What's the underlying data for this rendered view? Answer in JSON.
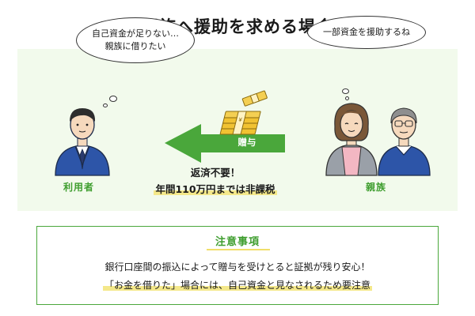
{
  "title": "親族へ援助を求める場合",
  "scene": {
    "user_bubble_line1": "自己資金が足りない…",
    "user_bubble_line2": "親族に借りたい",
    "family_bubble": "一部資金を援助するね",
    "arrow_label": "贈与",
    "user_label": "利用者",
    "family_label": "親族",
    "note_line1": "返済不要！",
    "note_line2": "年間110万円までは非課税"
  },
  "caution": {
    "title": "注意事項",
    "line1": "銀行口座間の振込によって贈与を受けとると証拠が残り安心！",
    "line2": "「お金を借りた」場合には、自己資金と見なされるため要注意"
  },
  "colors": {
    "accent_green": "#4aa73b",
    "background_green": "#f2faec",
    "highlight_yellow": "#f4e88a",
    "suit_blue": "#2d55a8"
  },
  "icons": [
    "businessman-icon",
    "money-stack-icon",
    "green-arrow-icon",
    "older-woman-icon",
    "older-man-icon"
  ]
}
